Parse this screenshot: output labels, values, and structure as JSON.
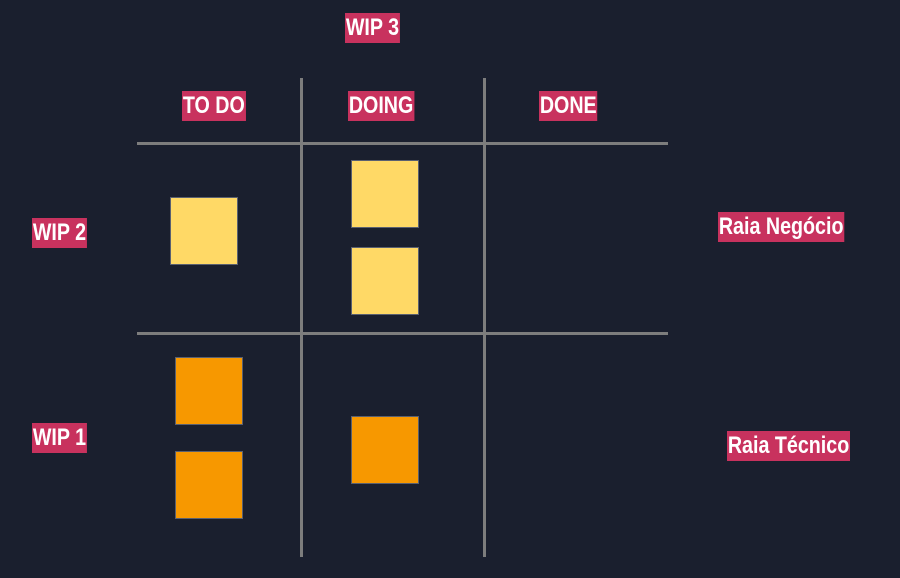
{
  "wip_total": "WIP 3",
  "columns": {
    "todo": "TO DO",
    "doing": "DOING",
    "done": "DONE"
  },
  "lanes": {
    "business": {
      "wip": "WIP 2",
      "name": "Raia Negócio"
    },
    "tech": {
      "wip": "WIP 1",
      "name": "Raia Técnico"
    }
  },
  "colors": {
    "background": "#1a1f2e",
    "label_background": "#c8325e",
    "business_card": "#ffd966",
    "tech_card": "#f79800",
    "grid_line": "#7d7d7d"
  },
  "cards": {
    "business": {
      "todo": 1,
      "doing": 2,
      "done": 0
    },
    "tech": {
      "todo": 2,
      "doing": 1,
      "done": 0
    }
  }
}
